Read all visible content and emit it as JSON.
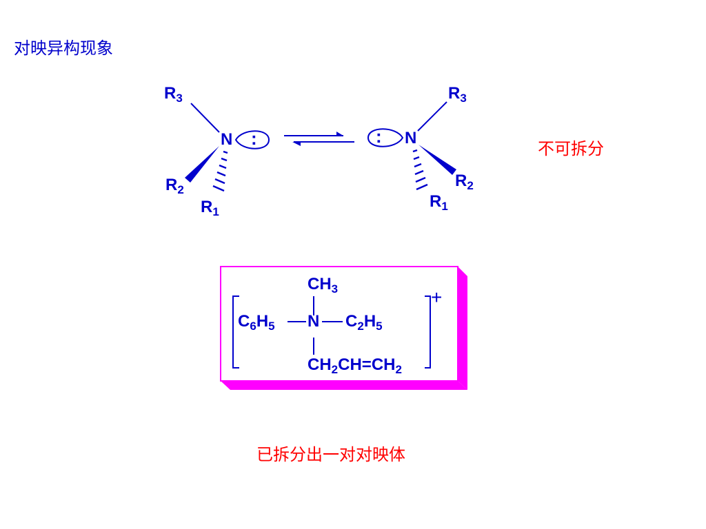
{
  "title": "对映异构现象",
  "note_inseparable": "不可拆分",
  "note_resolved": "已拆分出一对对映体",
  "left_molecule": {
    "n": "N",
    "r3": {
      "base": "R",
      "sub": "3"
    },
    "r2": {
      "base": "R",
      "sub": "2"
    },
    "r1": {
      "base": "R",
      "sub": "1"
    },
    "lone_pair": ":"
  },
  "right_molecule": {
    "n": "N",
    "r3": {
      "base": "R",
      "sub": "3"
    },
    "r2": {
      "base": "R",
      "sub": "2"
    },
    "r1": {
      "base": "R",
      "sub": "1"
    },
    "lone_pair": ":"
  },
  "ammonium": {
    "center": "N",
    "top": {
      "a": "CH",
      "a_sub": "3"
    },
    "left": {
      "a": "C",
      "a_sub": "6",
      "b": "H",
      "b_sub": "5"
    },
    "right": {
      "a": "C",
      "a_sub": "2",
      "b": "H",
      "b_sub": "5"
    },
    "bottom": {
      "a": "CH",
      "a_sub": "2",
      "b": "CH=CH",
      "b_sub": "2"
    },
    "charge": "+"
  },
  "colors": {
    "structure": "#0000cc",
    "note": "#ff0000",
    "frame": "#ff00ff"
  }
}
